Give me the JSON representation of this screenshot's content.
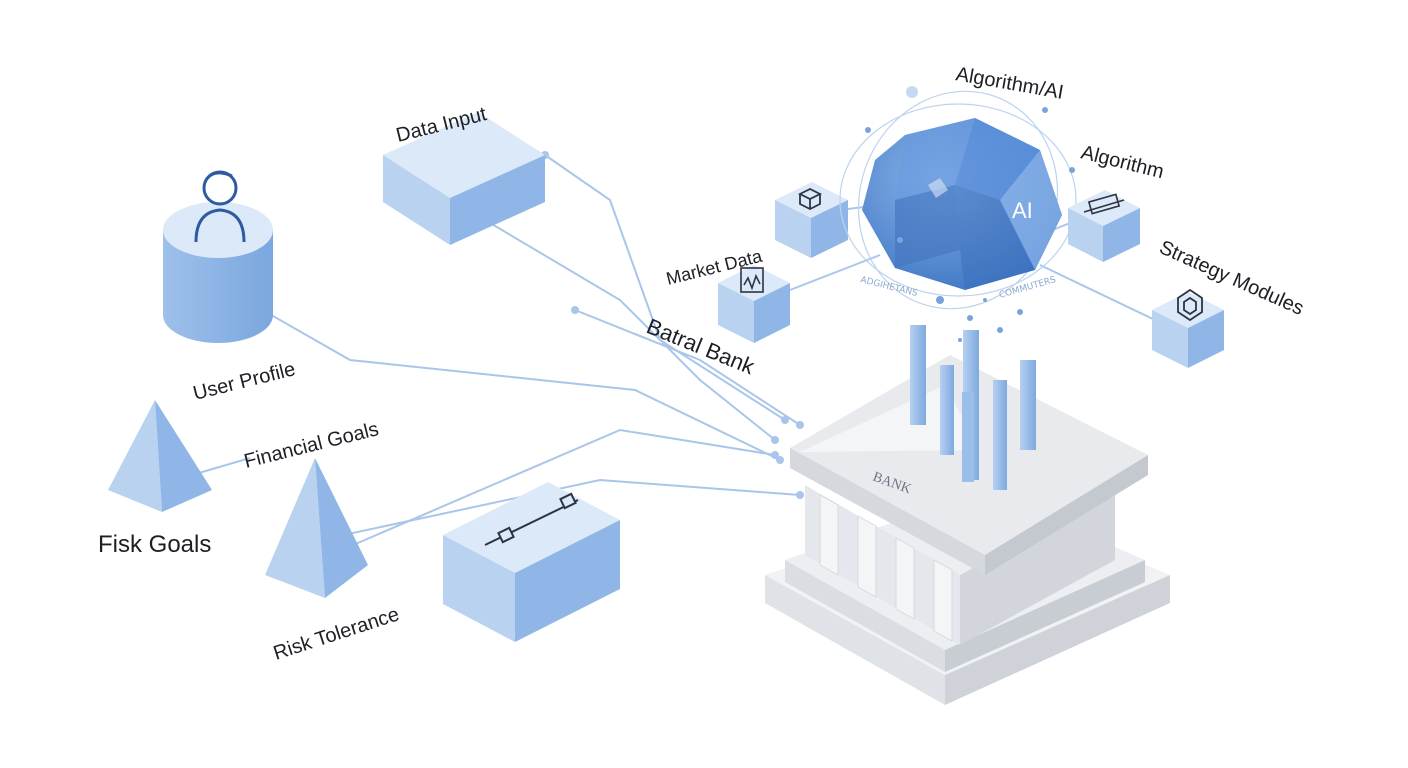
{
  "labels": {
    "data_input": "Data Input",
    "user_profile": "User Profile",
    "financial_goals": "Financial Goals",
    "fisk_goals": "Fisk Goals",
    "risk_tolerance": "Risk Tolerance",
    "market_data": "Market Data",
    "batral_bank": "Batral Bank",
    "algorithm_ai": "Algorithm/AI",
    "algorithm": "Algorithm",
    "strategy_modules": "Strategy Modules",
    "bank_sign": "BANK",
    "ai_mark": "AI",
    "orbit_left": "ADGIHETANS",
    "orbit_right": "COMMUTERS"
  },
  "colors": {
    "box_top": "#dce9f8",
    "box_left": "#b9d2f0",
    "box_right": "#8fb6e6",
    "ai_sphere": "#4f86cf",
    "connector": "#a9c6ea",
    "bank": "#e9ebee"
  },
  "icons": [
    "person-icon",
    "cube-icon",
    "server-icon",
    "gear-icon",
    "hexagon-icon",
    "slider-icon"
  ]
}
